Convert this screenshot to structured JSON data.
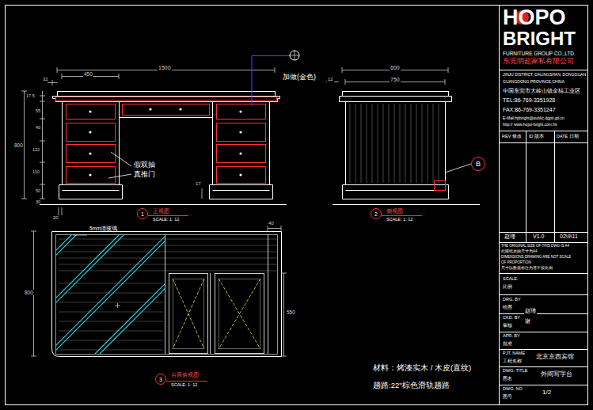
{
  "diagram": {
    "nodes": [
      {
        "text": [
          "1"
        ]
      },
      {
        "text": [
          "2"
        ]
      },
      {
        "text": [
          "3"
        ]
      },
      {
        "text": [
          "B"
        ]
      }
    ],
    "labels": [
      "HOPO",
      "BRIGHT",
      "FURNITURE GROUP CO.,LTD.",
      "东莞明超家私有限公司",
      "JINJU DISTRICT, DALINGSHAN, DONGGUAN",
      "GUANGDONG PROVINCE,CHINA",
      "中国东莞市大岭山镇金桔工业区",
      "TEL:86-769-3351928",
      "FAX:86-769-3351247",
      "E-Mail:hpbright@public.dgptt.gd.cn",
      "http://   www.hopo-bright.com.hk",
      "REV 修改",
      "ID 版本",
      "DATE 日期",
      "赵瑾",
      "V1.0",
      "02\\9\\11",
      "THE ORIGINAL SIZE OF THIS DWG IS A4",
      "此图纸原始尺寸为A4",
      "DIMENSIONS DRAWING ARE NOT SCALE",
      "OF PROPORTION",
      "尺寸以数值标注为准不按比例",
      "SCALE.",
      "比例",
      "DRG. BY",
      "绘图",
      "赵瑾",
      "CKD. BY",
      "审核",
      "谢",
      "APR. BY",
      "批准",
      "PJT. NAME",
      "工程名称",
      "北京京西宾馆",
      "DWG. TITLE",
      "图名",
      "外间写字台",
      "DWG. NO",
      "图号",
      "1/2",
      "1500",
      "450",
      "32",
      "加做(金色)",
      "12",
      "600",
      "750",
      "17.5",
      "55",
      "40",
      "122",
      "110",
      "50",
      "30",
      "800",
      "17",
      "20",
      "假双抽 真推门",
      "正视图",
      "SCALE: 1: 12",
      "侧视图",
      "SCALE: 1: 12",
      "5mm清玻璃",
      "40",
      "800",
      "550",
      "台面俯视图",
      "SCALE: 1: 12",
      "材料：烤漆实木 / 木皮(直纹)",
      "趟路:22\"棕色滑轨趟路"
    ]
  }
}
